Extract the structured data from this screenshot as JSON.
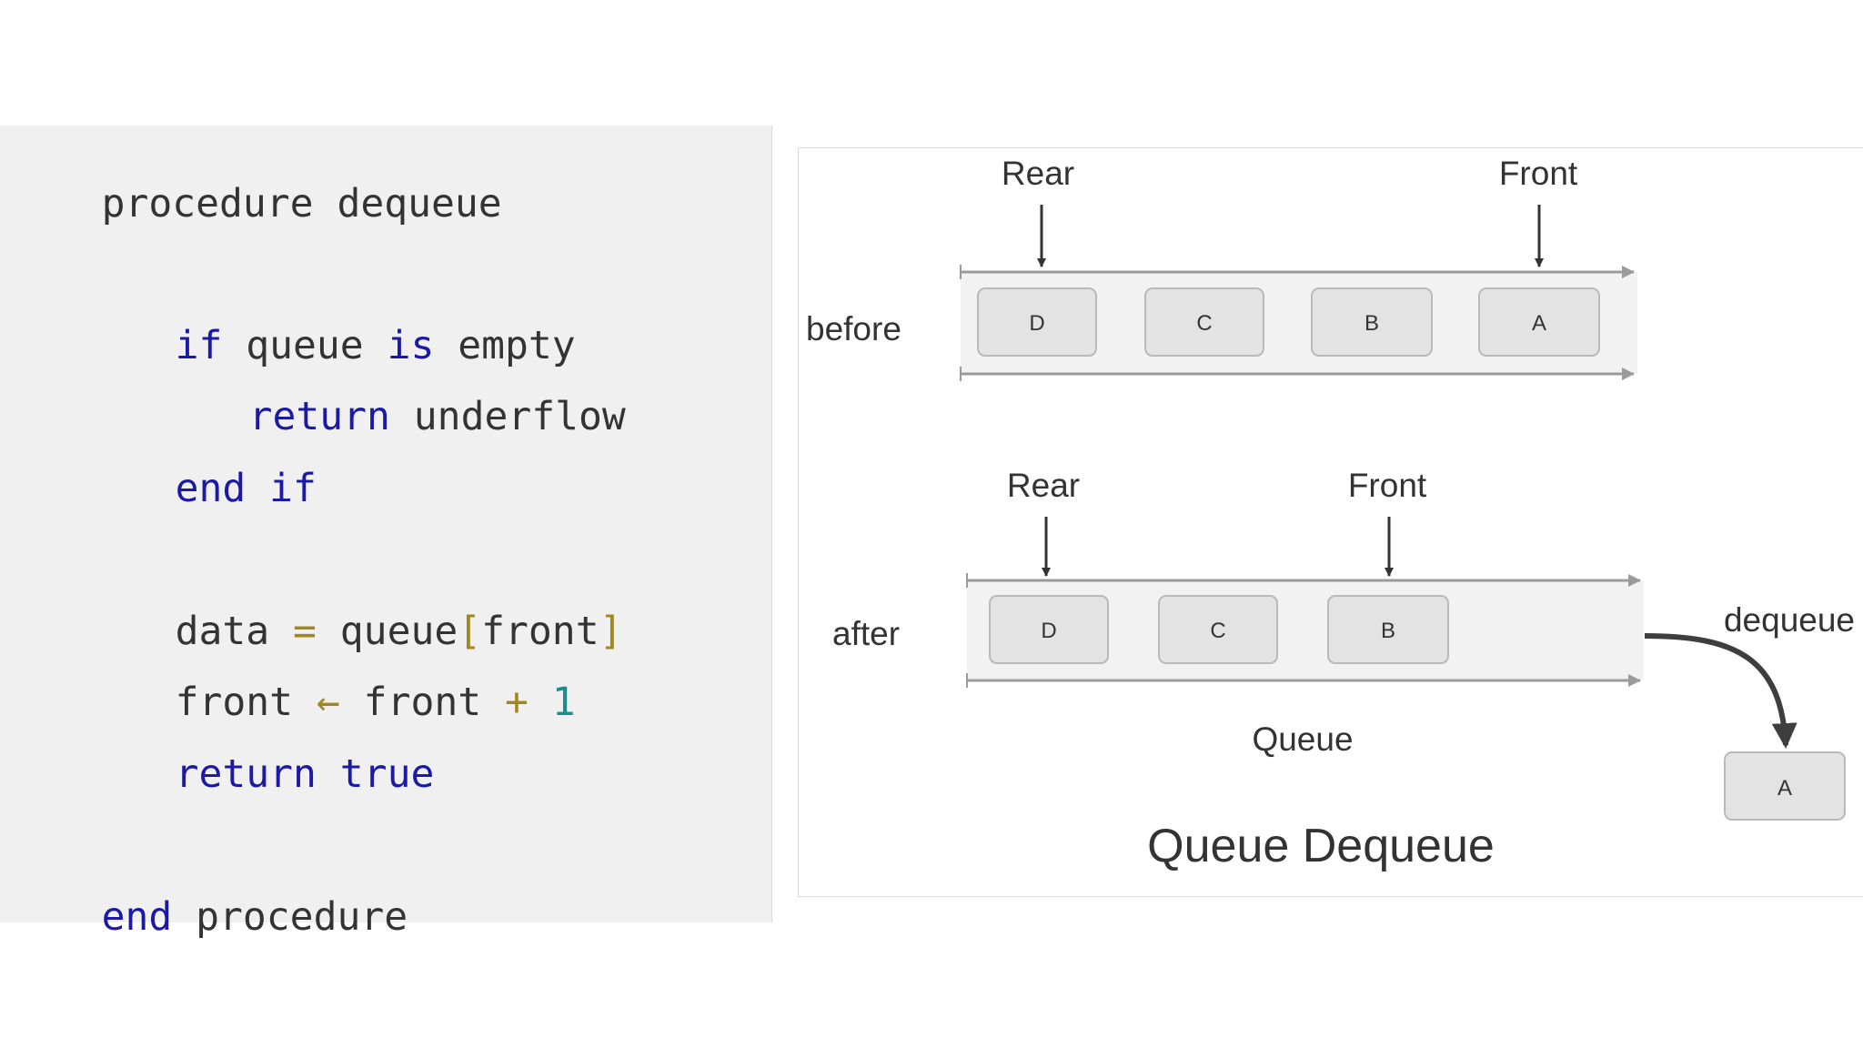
{
  "code": {
    "line1": [
      "procedure",
      " ",
      "dequeue"
    ],
    "line2": [
      "if",
      " queue ",
      "is",
      " empty"
    ],
    "line3": [
      "return",
      " underflow"
    ],
    "line4": [
      "end",
      " ",
      "if"
    ],
    "line5": [
      "data ",
      "=",
      " queue",
      "[",
      "front",
      "]"
    ],
    "line6": [
      "front ",
      "←",
      " front ",
      "+",
      " ",
      "1"
    ],
    "line7": [
      "return",
      " ",
      "true"
    ],
    "line8": [
      "end",
      " procedure"
    ]
  },
  "diagram": {
    "before": {
      "row_label": "before",
      "rear_label": "Rear",
      "front_label": "Front",
      "cells": [
        "D",
        "C",
        "B",
        "A"
      ]
    },
    "after": {
      "row_label": "after",
      "rear_label": "Rear",
      "front_label": "Front",
      "cells": [
        "D",
        "C",
        "B"
      ]
    },
    "queue_label": "Queue",
    "dequeue_label": "dequeue",
    "removed_item": "A",
    "title": "Queue Dequeue"
  },
  "colors": {
    "code_background": "#f0f0f0",
    "keyword": "#1a1aa6",
    "operator": "#a0871f",
    "number": "#1d8c8c",
    "cell_fill": "#e3e3e3",
    "cell_stroke": "#b9b9b9"
  }
}
